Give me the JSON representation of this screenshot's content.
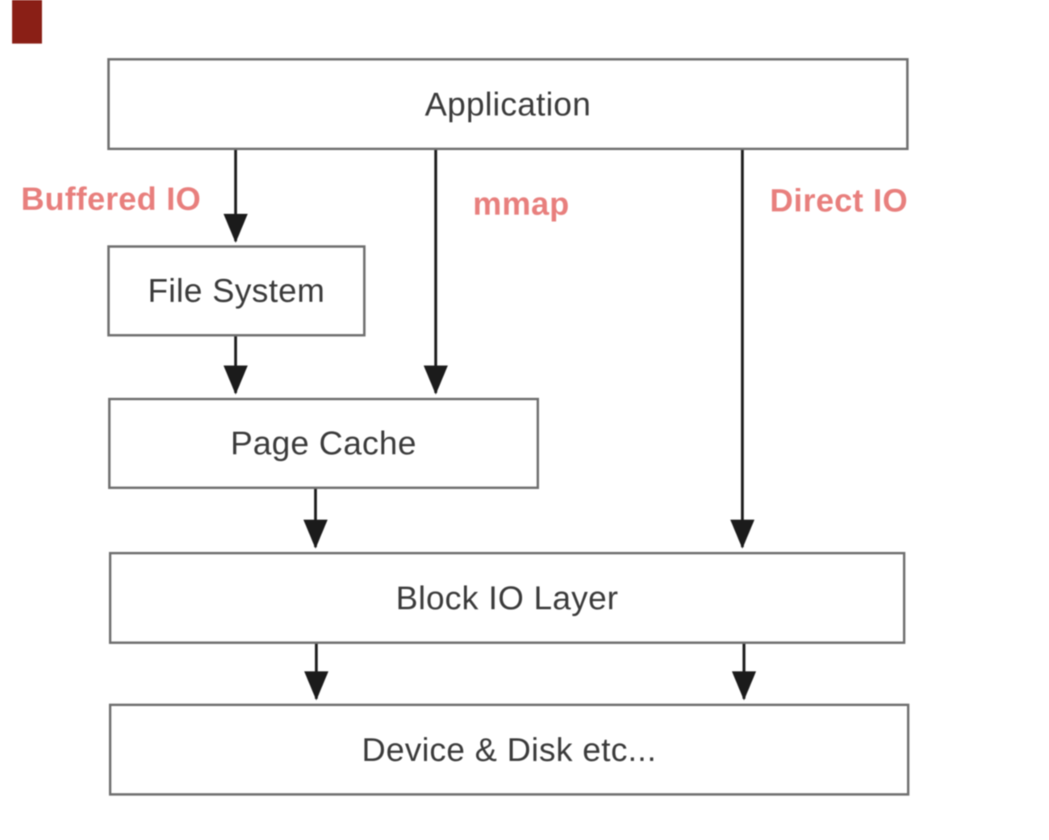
{
  "diagram": {
    "nodes": [
      {
        "id": "application",
        "label": "Application"
      },
      {
        "id": "file-system",
        "label": "File System"
      },
      {
        "id": "page-cache",
        "label": "Page Cache"
      },
      {
        "id": "block-io-layer",
        "label": "Block IO Layer"
      },
      {
        "id": "device-disk",
        "label": "Device & Disk etc..."
      }
    ],
    "edge_labels": [
      {
        "id": "buffered-io",
        "label": "Buffered IO"
      },
      {
        "id": "mmap",
        "label": "mmap"
      },
      {
        "id": "direct-io",
        "label": "Direct IO"
      }
    ],
    "colors": {
      "background": "#ffffff",
      "node_border": "#707070",
      "node_text": "#3a3a3a",
      "edge_label": "#e87f7d",
      "arrow": "#1b1b1b",
      "corner_artifact": "#8a1f16"
    }
  }
}
